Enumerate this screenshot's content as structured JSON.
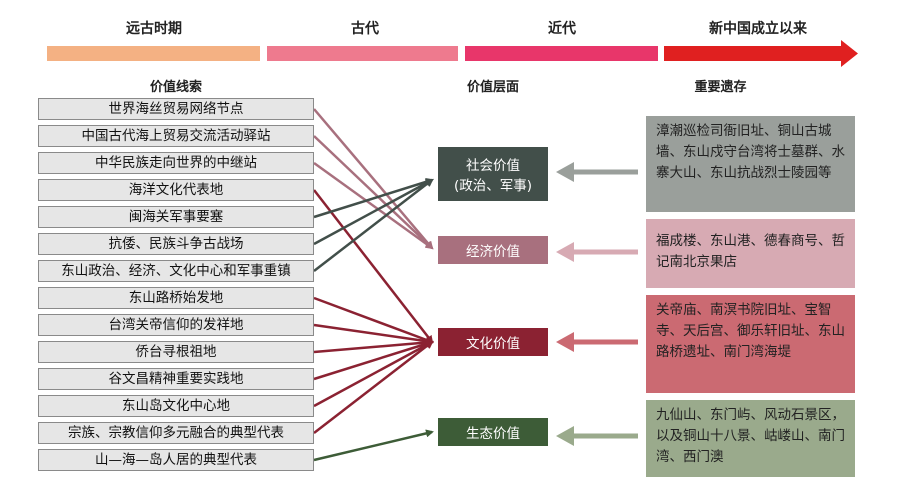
{
  "periods": [
    {
      "label": "远古时期",
      "color": "#f4b183"
    },
    {
      "label": "古代",
      "color": "#ee7a8e"
    },
    {
      "label": "近代",
      "color": "#e8366a"
    },
    {
      "label": "新中国成立以来",
      "color": "#e02020"
    }
  ],
  "headers": {
    "clues": "价值线索",
    "values": "价值层面",
    "legacies": "重要遗存"
  },
  "clues": [
    "世界海丝贸易网络节点",
    "中国古代海上贸易交流活动驿站",
    "中华民族走向世界的中继站",
    "海洋文化代表地",
    "闽海关军事要塞",
    "抗倭、民族斗争古战场",
    "东山政治、经济、文化中心和军事重镇",
    "东山路桥始发地",
    "台湾关帝信仰的发祥地",
    "侨台寻根祖地",
    "谷文昌精神重要实践地",
    "东山岛文化中心地",
    "宗族、宗教信仰多元融合的典型代表",
    "山—海—岛人居的典型代表"
  ],
  "values": [
    {
      "label_line1": "社会价值",
      "label_line2": "(政治、军事)",
      "color": "#424f4a"
    },
    {
      "label_line1": "经济价值",
      "label_line2": "",
      "color": "#a8707e"
    },
    {
      "label_line1": "文化价值",
      "label_line2": "",
      "color": "#8b2232"
    },
    {
      "label_line1": "生态价值",
      "label_line2": "",
      "color": "#3d5c37"
    }
  ],
  "legacies": [
    {
      "text": "漳潮巡检司衙旧址、铜山古城墙、东山戍守台湾将士墓群、水寨大山、东山抗战烈士陵园等",
      "color": "#9a9f9b"
    },
    {
      "text": "福成楼、东山港、德春商号、哲记南北京果店",
      "color": "#d7aab3"
    },
    {
      "text": "关帝庙、南溟书院旧址、宝智寺、天后宫、御乐轩旧址、东山路桥遗址、南门湾海堤",
      "color": "#cb6a72"
    },
    {
      "text": "九仙山、东门屿、风动石景区，以及铜山十八景、岵嵝山、南门湾、西门澳",
      "color": "#9aaa8c"
    }
  ],
  "links": [
    {
      "from": 0,
      "to": 1
    },
    {
      "from": 1,
      "to": 1
    },
    {
      "from": 2,
      "to": 1
    },
    {
      "from": 3,
      "to": 2
    },
    {
      "from": 4,
      "to": 0
    },
    {
      "from": 5,
      "to": 0
    },
    {
      "from": 6,
      "to": 0
    },
    {
      "from": 7,
      "to": 2
    },
    {
      "from": 8,
      "to": 2
    },
    {
      "from": 9,
      "to": 2
    },
    {
      "from": 10,
      "to": 2
    },
    {
      "from": 11,
      "to": 2
    },
    {
      "from": 12,
      "to": 2
    },
    {
      "from": 13,
      "to": 3
    }
  ]
}
